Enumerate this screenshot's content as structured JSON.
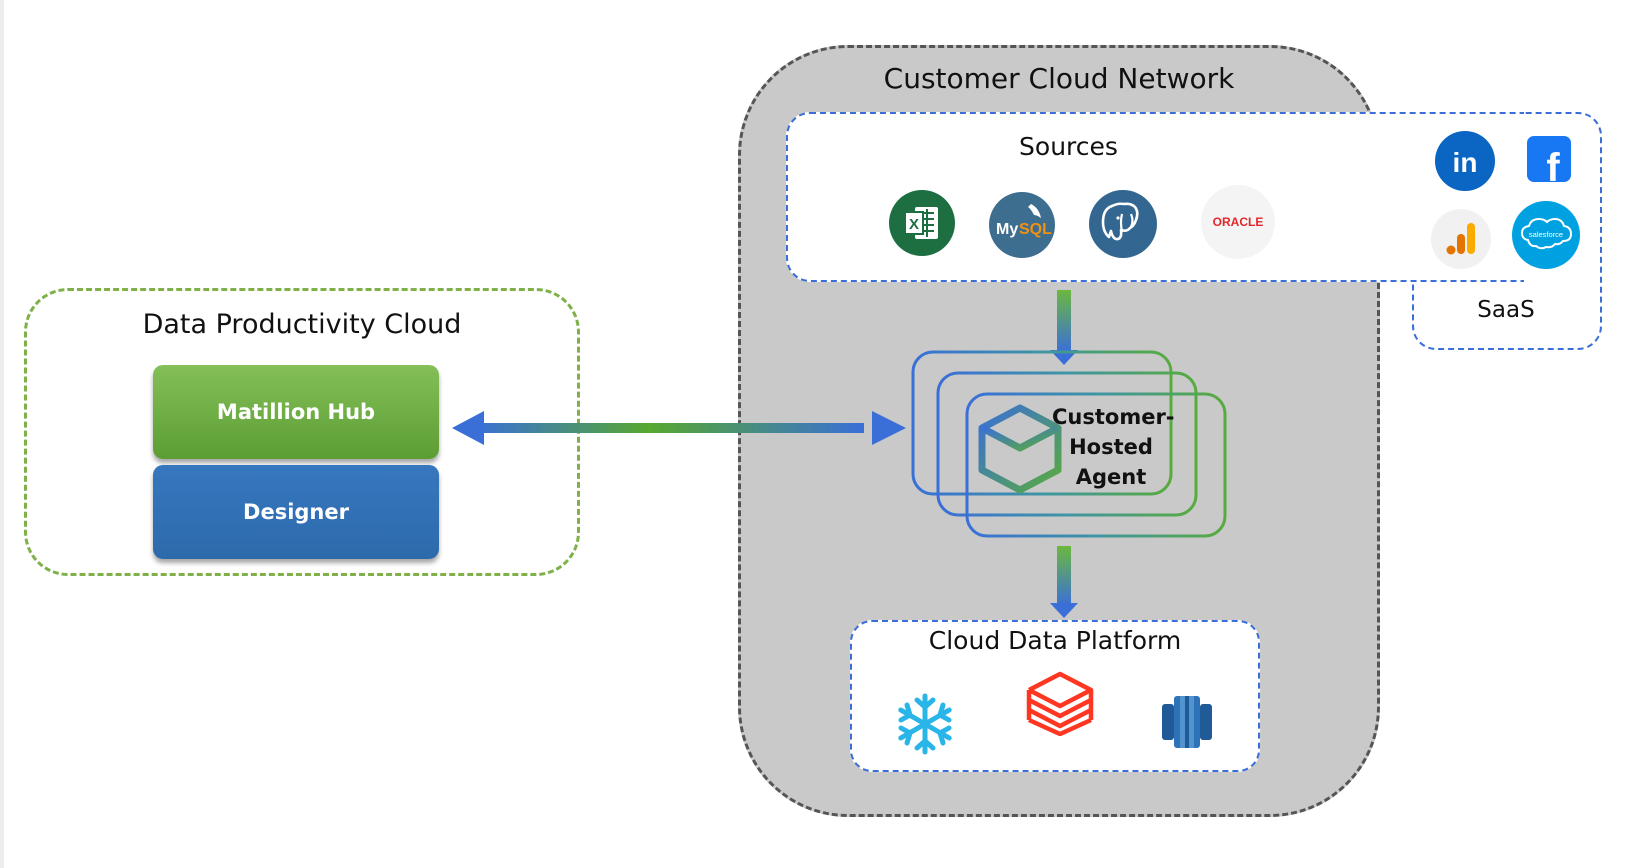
{
  "data_productivity_cloud": {
    "title": "Data Productivity Cloud",
    "hub_label": "Matillion Hub",
    "designer_label": "Designer"
  },
  "customer_cloud_network": {
    "title": "Customer Cloud Network",
    "sources": {
      "title": "Sources",
      "items": [
        "excel-icon",
        "mysql-icon",
        "postgresql-icon",
        "oracle-icon"
      ],
      "mysql_text_1": "My",
      "mysql_text_2": "SQL",
      "oracle_text": "ORACLE"
    },
    "agent": {
      "label_line1": "Customer-",
      "label_line2": "Hosted",
      "label_line3": "Agent"
    },
    "cloud_data_platform": {
      "title": "Cloud Data Platform",
      "items": [
        "snowflake-icon",
        "databricks-icon",
        "redshift-icon"
      ]
    }
  },
  "saas": {
    "title": "SaaS",
    "items": [
      "linkedin-icon",
      "facebook-icon",
      "google-analytics-icon",
      "salesforce-icon"
    ],
    "linkedin_text": "in",
    "facebook_text": "f",
    "salesforce_text": "salesforce"
  },
  "colors": {
    "green": "#5ea53a",
    "blue": "#3a6fd8",
    "network_fill": "#c9c9c9"
  }
}
